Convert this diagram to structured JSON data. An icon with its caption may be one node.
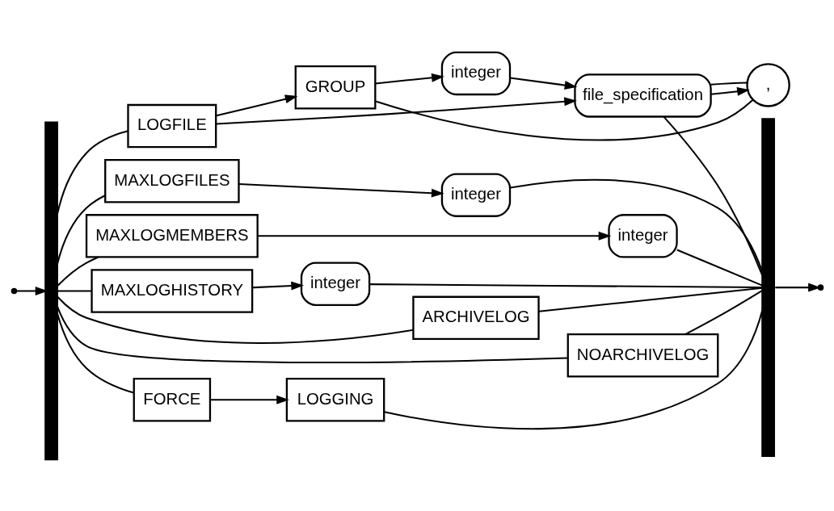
{
  "diagram": {
    "nodes": [
      {
        "text": [
          "LOGFILE"
        ]
      },
      {
        "text": [
          "GROUP"
        ]
      },
      {
        "text": [
          "integer"
        ]
      },
      {
        "text": [
          ","
        ]
      },
      {
        "text": [
          "file_specification"
        ]
      },
      {
        "text": [
          "MAXLOGFILES"
        ]
      },
      {
        "text": [
          "integer"
        ]
      },
      {
        "text": [
          "MAXLOGMEMBERS"
        ]
      },
      {
        "text": [
          "integer"
        ]
      },
      {
        "text": [
          "MAXLOGHISTORY"
        ]
      },
      {
        "text": [
          "integer"
        ]
      },
      {
        "text": [
          "ARCHIVELOG"
        ]
      },
      {
        "text": [
          "NOARCHIVELOG"
        ]
      },
      {
        "text": [
          "FORCE"
        ]
      },
      {
        "text": [
          "LOGGING"
        ]
      },
      {
        "text": [],
        "shape": "bar"
      },
      {
        "text": [],
        "shape": "bar"
      }
    ],
    "edges": [
      {
        "from": null,
        "to": 15,
        "arrow": "to"
      },
      {
        "from": 15,
        "to": 0,
        "arrow": "none"
      },
      {
        "from": 15,
        "to": 5,
        "arrow": "none"
      },
      {
        "from": 15,
        "to": 7,
        "arrow": "none"
      },
      {
        "from": 15,
        "to": 9,
        "arrow": "none"
      },
      {
        "from": 15,
        "to": 11,
        "arrow": "none"
      },
      {
        "from": 15,
        "to": 12,
        "arrow": "none"
      },
      {
        "from": 15,
        "to": 13,
        "arrow": "none"
      },
      {
        "from": 0,
        "to": 1,
        "arrow": "to"
      },
      {
        "from": 0,
        "to": 4,
        "arrow": "to"
      },
      {
        "from": 1,
        "to": 2,
        "arrow": "to"
      },
      {
        "from": 2,
        "to": 4,
        "arrow": "to"
      },
      {
        "from": 4,
        "to": 3,
        "arrow": "to"
      },
      {
        "from": 3,
        "to": 1,
        "arrow": "none"
      },
      {
        "from": 3,
        "to": 4,
        "arrow": "none"
      },
      {
        "from": 4,
        "to": 16,
        "arrow": "none"
      },
      {
        "from": 5,
        "to": 6,
        "arrow": "to"
      },
      {
        "from": 6,
        "to": 16,
        "arrow": "none"
      },
      {
        "from": 7,
        "to": 8,
        "arrow": "to"
      },
      {
        "from": 8,
        "to": 16,
        "arrow": "none"
      },
      {
        "from": 9,
        "to": 10,
        "arrow": "to"
      },
      {
        "from": 10,
        "to": 16,
        "arrow": "none"
      },
      {
        "from": 11,
        "to": 16,
        "arrow": "none"
      },
      {
        "from": 12,
        "to": 16,
        "arrow": "none"
      },
      {
        "from": 13,
        "to": 14,
        "arrow": "to"
      },
      {
        "from": 14,
        "to": 16,
        "arrow": "none"
      },
      {
        "from": 16,
        "to": null,
        "arrow": "to"
      }
    ]
  }
}
